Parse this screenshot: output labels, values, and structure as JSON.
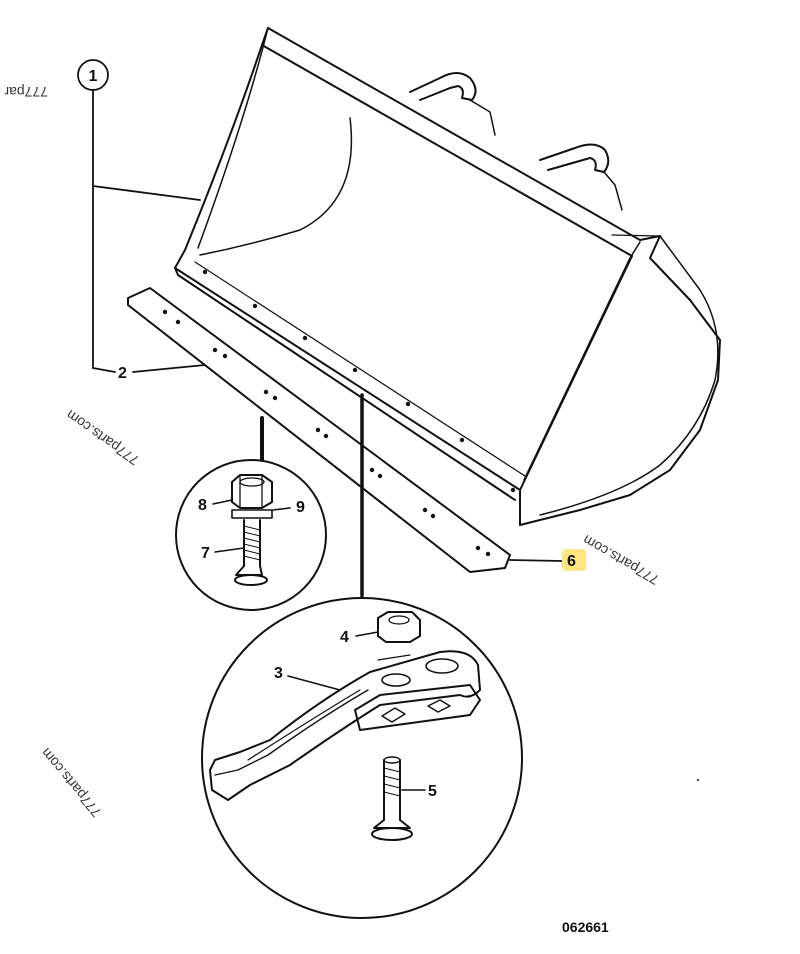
{
  "callouts": {
    "c1": "1",
    "c2": "2",
    "c3": "3",
    "c4": "4",
    "c5": "5",
    "c6": "6",
    "c7": "7",
    "c8": "8",
    "c9": "9"
  },
  "watermarks": {
    "top_left": "777par",
    "left_mid": "777parts.com",
    "right_mid": "777parts.com",
    "left_low": "777parts.com"
  },
  "drawing_number": "062661",
  "colors": {
    "line": "#111111",
    "highlight": "#ffe680"
  }
}
